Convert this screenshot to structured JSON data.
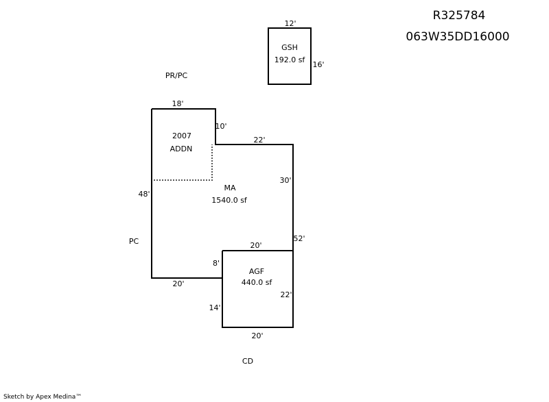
{
  "header": {
    "record_id": "R325784",
    "parcel_id": "063W35DD16000"
  },
  "areas": {
    "gsh": {
      "label": "GSH",
      "area": "192.0 sf",
      "dim_top": "12'",
      "dim_right": "16'"
    },
    "addn": {
      "label_year": "2007",
      "label": "ADDN",
      "dim_top": "18'",
      "dim_right": "10'"
    },
    "ma": {
      "label": "MA",
      "area": "1540.0 sf",
      "dim_top_right": "22'",
      "dim_right_upper": "30'",
      "dim_right": "52'",
      "dim_left": "48'",
      "dim_bottom": "20'"
    },
    "agf": {
      "label": "AGF",
      "area": "440.0 sf",
      "dim_top": "20'",
      "dim_left_upper": "8'",
      "dim_left_lower": "14'",
      "dim_right": "22'",
      "dim_bottom": "20'"
    }
  },
  "annotations": {
    "pr_pc": "PR/PC",
    "pc": "PC",
    "cd": "CD"
  },
  "footer": {
    "credit": "Sketch by Apex Medina™"
  }
}
